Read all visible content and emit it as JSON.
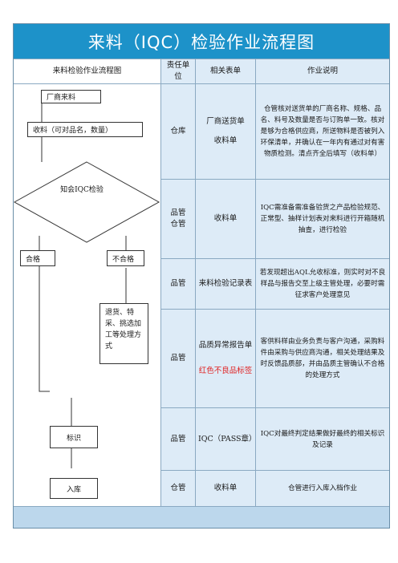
{
  "title": "来料（IQC）检验作业流程图",
  "headers": {
    "flow": "来料检验作业流程图",
    "unit": "责任单位",
    "form": "相关表单",
    "desc": "作业说明"
  },
  "flow": {
    "supplier": "厂商来料",
    "receive": "收料（可对品名，数量）",
    "notify": "知会IQC检验",
    "pass": "合格",
    "fail": "不合格",
    "handle": "退货、特采、挑选加工等处理方式",
    "mark": "标识",
    "store": "入库"
  },
  "rows": [
    {
      "unit": "仓库",
      "form_a": "厂商送货单",
      "form_b": "收料单",
      "desc": "仓管核对送货单的厂商名称、规格、品名、料号及数量是否与订购单一致。核对是够为合格供应商，所送物料是否被列入环保清单，并确认在一年内有通过对有害物质检测。清点齐全后填写（收料单）"
    },
    {
      "unit": "品管\n仓管",
      "form_a": "收料单",
      "desc": "IQC需准备需准备验货之产品检验规范、正常型、抽样计划表对来料进行开箱随机抽查，进行检验"
    },
    {
      "unit": "品管",
      "form_a": "来料检验记录表",
      "desc": "若发现超出AQL允收标准，则实时对不良样品与报告交至上级主管处理，必要时需征求客户处理意见"
    },
    {
      "unit": "品管",
      "form_a": "品质异常报告单",
      "form_b": "红色不良品标签",
      "desc": "客供料样由业务负责与客户沟通，采购料件由采购与供应商沟通，相关处理结果及时反馈品质部，并由品质主管确认不合格的处理方式"
    },
    {
      "unit": "品管",
      "form_a": "IQC（PASS章）",
      "desc": "IQC对最终判定结果做好最终的相关标识及记录"
    },
    {
      "unit": "仓管",
      "form_a": "收料单",
      "desc": "仓管进行入库入档作业"
    }
  ]
}
